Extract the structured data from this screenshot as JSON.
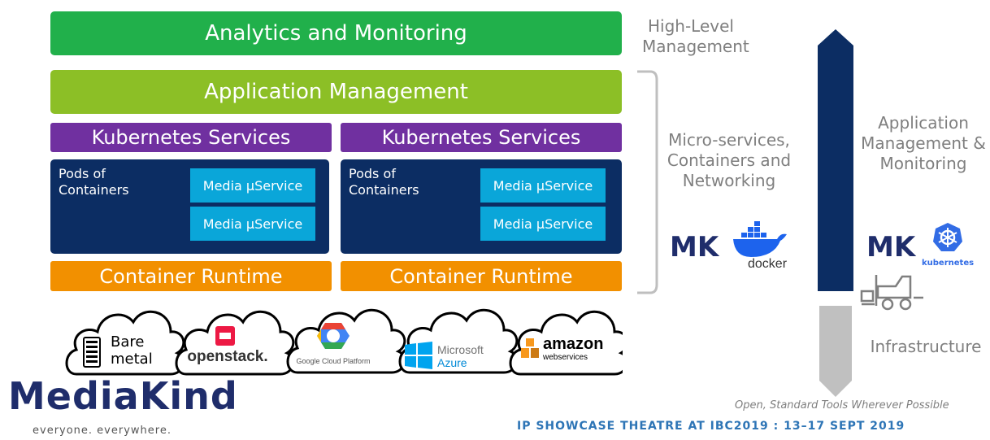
{
  "layers": {
    "analytics": "Analytics and Monitoring",
    "app_mgmt": "Application Management",
    "k8s_left": "Kubernetes Services",
    "k8s_right": "Kubernetes Services",
    "pods_left": "Pods of Containers",
    "pods_right": "Pods of Containers",
    "svc_left_1": "Media µService",
    "svc_left_2": "Media µService",
    "svc_right_1": "Media µService",
    "svc_right_2": "Media µService",
    "runtime_left": "Container Runtime",
    "runtime_right": "Container Runtime"
  },
  "side_labels": {
    "high_level": "High-Level Management",
    "microservices": "Micro-services, Containers and Networking",
    "app_mgmt_monitoring": "Application Management & Monitoring",
    "infrastructure": "Infrastructure"
  },
  "clouds": {
    "bare_metal": "Bare metal",
    "openstack": "openstack.",
    "google": "Google Cloud Platform",
    "azure_1": "Microsoft",
    "azure_2": "Azure",
    "amazon_1": "amazon",
    "amazon_2": "webservices"
  },
  "logos": {
    "mk": "MK",
    "docker": "docker",
    "kubernetes": "kubernetes",
    "brand": "MediaKind",
    "tagline": "everyone. everywhere."
  },
  "footer": {
    "note": "Open, Standard Tools Wherever Possible",
    "event": "IP SHOWCASE THEATRE AT IBC2019 : 13–17 SEPT 2019"
  },
  "colors": {
    "green": "#21b04b",
    "lime": "#8cbf26",
    "purple": "#7030a0",
    "navy": "#0c2d63",
    "cyan": "#0aa6d9",
    "orange": "#f29000",
    "grey": "#7f7f7f",
    "gray_arrow": "#c0c0c0",
    "event_blue": "#2e75b6"
  }
}
